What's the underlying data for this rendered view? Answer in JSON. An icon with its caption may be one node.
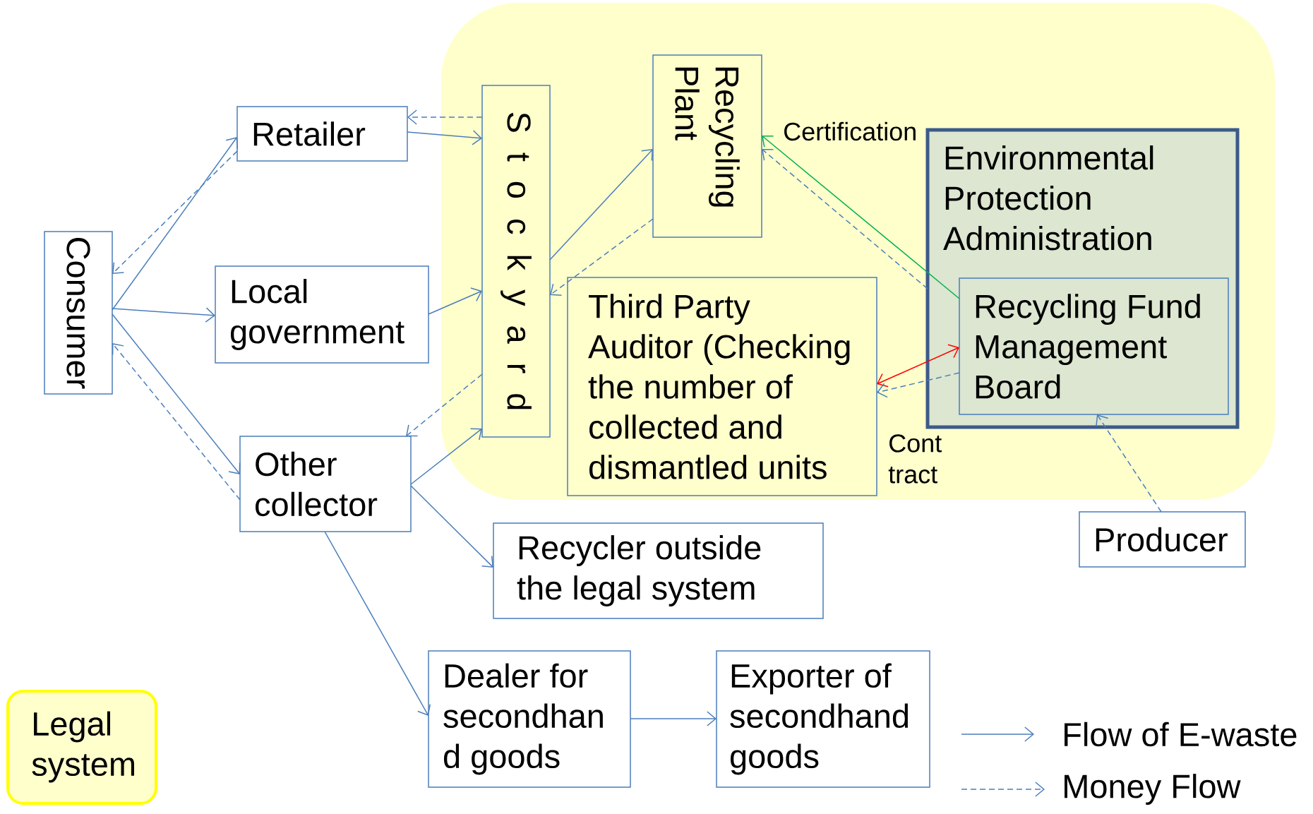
{
  "diagram": {
    "nodes": [
      {
        "text": [
          "Consumer"
        ]
      },
      {
        "text": [
          "Retailer"
        ]
      },
      {
        "text": [
          "Local government"
        ]
      },
      {
        "text": [
          "Other collector"
        ]
      },
      {
        "text": [
          "S t o c k y a r d"
        ]
      },
      {
        "text": [
          "Recycling Plant"
        ]
      },
      {
        "text": [
          "Third Party Auditor (Checking the number of collected and dismantled units"
        ]
      },
      {
        "text": [
          "Environmental Protection Administration"
        ]
      },
      {
        "text": [
          "Recycling Fund Management Board"
        ],
        "in": 7
      },
      {
        "text": [
          "Producer"
        ]
      },
      {
        "text": [
          "Recycler outside the legal system"
        ]
      },
      {
        "text": [
          "Dealer for secondhan d goods"
        ]
      },
      {
        "text": [
          "Exporter of secondhand goods"
        ]
      }
    ],
    "edges": [
      {
        "from": 0,
        "to": 1,
        "arrow": "to"
      },
      {
        "from": 1,
        "to": 0,
        "arrow": "to",
        "style": "dashed"
      },
      {
        "from": 0,
        "to": 2,
        "arrow": "to"
      },
      {
        "from": 0,
        "to": 3,
        "arrow": "to"
      },
      {
        "from": 3,
        "to": 0,
        "arrow": "to",
        "style": "dashed"
      },
      {
        "from": 1,
        "to": 4,
        "arrow": "to"
      },
      {
        "from": 4,
        "to": 1,
        "arrow": "to",
        "style": "dashed"
      },
      {
        "from": 2,
        "to": 4,
        "arrow": "to"
      },
      {
        "from": 3,
        "to": 4,
        "arrow": "to"
      },
      {
        "from": 4,
        "to": 3,
        "arrow": "to",
        "style": "dashed"
      },
      {
        "from": 4,
        "to": 5,
        "arrow": "to"
      },
      {
        "from": 5,
        "to": 4,
        "arrow": "to",
        "style": "dashed"
      },
      {
        "from": 7,
        "to": 5,
        "arrow": "to",
        "style": "dashed"
      },
      {
        "from": 8,
        "to": 5,
        "arrow": "to",
        "color": "#00b050"
      },
      {
        "from": 8,
        "to": 6,
        "arrow": "both",
        "color": "#ff0000"
      },
      {
        "from": 8,
        "to": 6,
        "arrow": "to",
        "style": "dashed"
      },
      {
        "from": 9,
        "to": 8,
        "arrow": "to",
        "style": "dashed"
      },
      {
        "from": 3,
        "to": 10,
        "arrow": "to"
      },
      {
        "from": 3,
        "to": 11,
        "arrow": "to"
      },
      {
        "from": 11,
        "to": 12,
        "arrow": "to"
      }
    ],
    "labels": [
      "Certification",
      "Cont tract"
    ],
    "legend": [
      {
        "text": "Legal system",
        "color": "#ffffcc"
      },
      {
        "text": "Flow of E-waste"
      },
      {
        "text": "Money Flow"
      }
    ]
  }
}
